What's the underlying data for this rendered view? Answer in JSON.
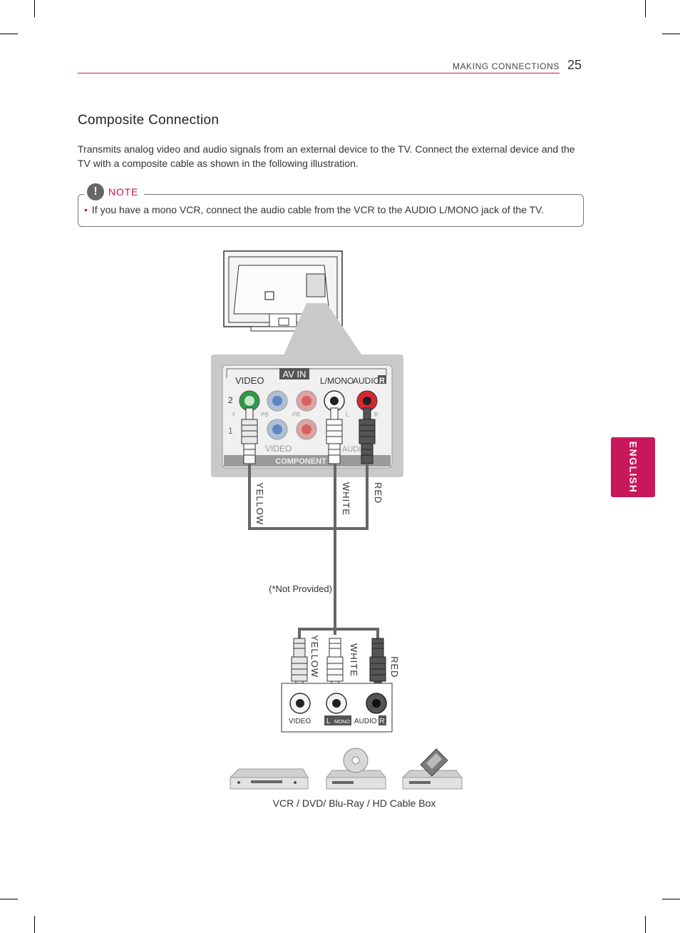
{
  "header": {
    "section": "MAKING CONNECTIONS",
    "page_number": "25"
  },
  "title": "Composite Connection",
  "body": "Transmits analog video and audio signals from an external device to the TV. Connect the external device and the TV with a composite cable as shown in the following illustration.",
  "note": {
    "label": "NOTE",
    "icon_glyph": "!",
    "items": [
      "If you have a mono VCR, connect the audio cable from the VCR to the AUDIO L/MONO jack of the TV."
    ]
  },
  "side_tab": "ENGLISH",
  "diagram": {
    "tv_panel": {
      "av_in": "AV IN",
      "video": "VIDEO",
      "l_mono": "L/MONO",
      "audio": "AUDIO",
      "r": "R",
      "row_2": "2",
      "row_1": "1",
      "y": "Y",
      "pb": "PB",
      "pr": "PR",
      "l": "L",
      "r_small": "R",
      "video_lower": "VIDEO",
      "audio_lower": "AUDIO",
      "component": "COMPONENT"
    },
    "cable_labels_top": {
      "yellow": "YELLOW",
      "white": "WHITE",
      "red": "RED"
    },
    "not_provided": "(*Not Provided)",
    "cable_labels_bottom": {
      "yellow": "YELLOW",
      "white": "WHITE",
      "red": "RED"
    },
    "device_panel": {
      "video": "VIDEO",
      "l": "L",
      "mono": "MONO",
      "audio": "AUDIO",
      "r": "R"
    },
    "devices_caption": "VCR / DVD/ Blu-Ray / HD Cable Box",
    "colors": {
      "accent": "#c8175a",
      "green_jack": "#2e9a48",
      "blue_jack": "#5b87c4",
      "red_jack": "#d7282f"
    },
    "icons": [
      "warning-icon",
      "tv-rear-icon",
      "vcr-icon",
      "dvd-player-icon",
      "cable-box-icon"
    ]
  }
}
